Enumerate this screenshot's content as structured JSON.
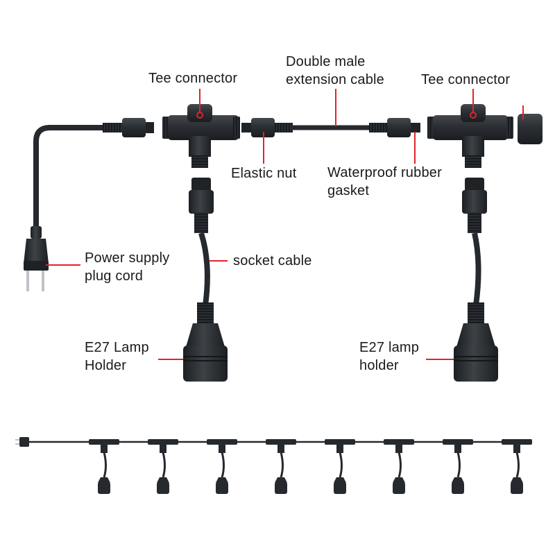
{
  "labels": {
    "tee_left": "Tee connector",
    "extension": [
      "Double male",
      "extension cable"
    ],
    "tee_right": "Tee connector",
    "elastic_nut": "Elastic nut",
    "gasket": [
      "Waterproof rubber",
      "gasket"
    ],
    "plug": [
      "Power supply",
      "plug cord"
    ],
    "socket_cable": "socket cable",
    "holder_left": [
      "E27 Lamp",
      "Holder"
    ],
    "holder_right": [
      "E27 lamp",
      "holder"
    ]
  },
  "colors": {
    "cable": "#26292d",
    "part": "#2e3236",
    "part_dark": "#1c1f22",
    "leader": "#e0242b",
    "metal": "#bfc3c7",
    "text": "#1a1a1a"
  },
  "string_light": {
    "sockets": 8
  }
}
